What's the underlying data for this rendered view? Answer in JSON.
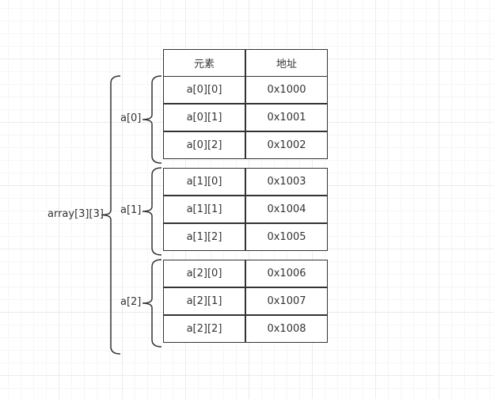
{
  "table": {
    "headers": [
      "元素",
      "地址"
    ],
    "groups": [
      {
        "label": "a[0]",
        "rows": [
          [
            "a[0][0]",
            "0x1000"
          ],
          [
            "a[0][1]",
            "0x1001"
          ],
          [
            "a[0][2]",
            "0x1002"
          ]
        ]
      },
      {
        "label": "a[1]",
        "rows": [
          [
            "a[1][0]",
            "0x1003"
          ],
          [
            "a[1][1]",
            "0x1004"
          ],
          [
            "a[1][2]",
            "0x1005"
          ]
        ]
      },
      {
        "label": "a[2]",
        "rows": [
          [
            "a[2][0]",
            "0x1006"
          ],
          [
            "a[2][1]",
            "0x1007"
          ],
          [
            "a[2][2]",
            "0x1008"
          ]
        ]
      }
    ]
  },
  "outer_label": "array[3][3]",
  "colors": {
    "line": "#333333",
    "grid": "#ececec",
    "background": "#ffffff"
  }
}
